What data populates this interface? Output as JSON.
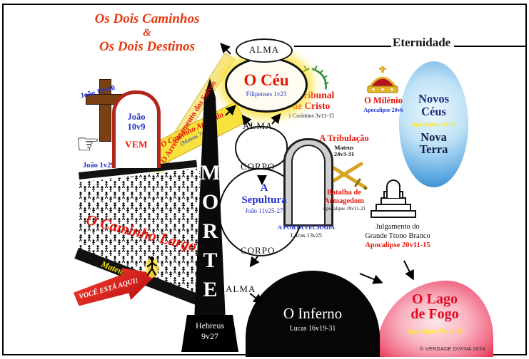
{
  "title": {
    "line1": "Os Dois Caminhos",
    "ampersand": "&",
    "line2": "Os Dois Destinos"
  },
  "eternity_label": "Eternidade",
  "soul_word": "ALMA",
  "body_word": "CORPO",
  "heaven": {
    "title": "O Céu",
    "ref": "Filipenses 1v23"
  },
  "rapture_label": "O Arrebatamento dos Salvos",
  "cross_ref": "João 19v30",
  "lamb_ref": "João 1v29",
  "gate": {
    "ref": "João\n10v9",
    "call": "VEM"
  },
  "narrow_way": {
    "title": "O Caminho Apertado",
    "ref": "(Mateus 7v14)"
  },
  "death": {
    "label": "MORTE",
    "base": "Hebreus\n9v27"
  },
  "tribunal": {
    "title": "O Tribunal\nde Cristo",
    "ref": "1 Coríntios 3v11-15"
  },
  "tribulation": {
    "title": "A Tribulação",
    "ref": "Mateus\n24v3-31",
    "battle": "Batalha de\nArmagedom",
    "battle_ref": "Apocalipse 19v11-21"
  },
  "millennium": {
    "title": "O Milênio",
    "ref": "Apocalipse 20v6"
  },
  "new_creation": {
    "heavens": "Novos\nCéus",
    "ref": "Apocalipse 21v1-4",
    "earth": "Nova\nTerra"
  },
  "grave": {
    "title": "A\nSepultura",
    "ref": "João 11v25-27",
    "door": "A PORTA FECHADA",
    "door_ref": "Lucas 13v25"
  },
  "judgment": {
    "title": "Julgamento do\nGrande Trono Branco",
    "ref": "Apocalipse 20v11-15"
  },
  "broad_way": {
    "title": "O Caminho Largo",
    "ref": "Mateus 7v13"
  },
  "you_are_here": "VOCÊ ESTÁ AQUI!",
  "hell": {
    "title": "O Inferno",
    "ref": "Lucas 16v19-31"
  },
  "lake_of_fire": {
    "title": "O Lago\nde Fogo",
    "ref": "Apocalipse 20v14-15"
  },
  "copyright": "© VERDADE DIVINA 2024",
  "icons": {
    "pointing_hand": "☞"
  },
  "palette": {
    "red": "#e8150a",
    "blue": "#2433cc",
    "yellow": "#ffe400",
    "title_orange": "#e8380f",
    "sky_blue": "#2e7ec4",
    "lake_pink": "#f8aebd",
    "path_yellow": "#f8e13c"
  }
}
